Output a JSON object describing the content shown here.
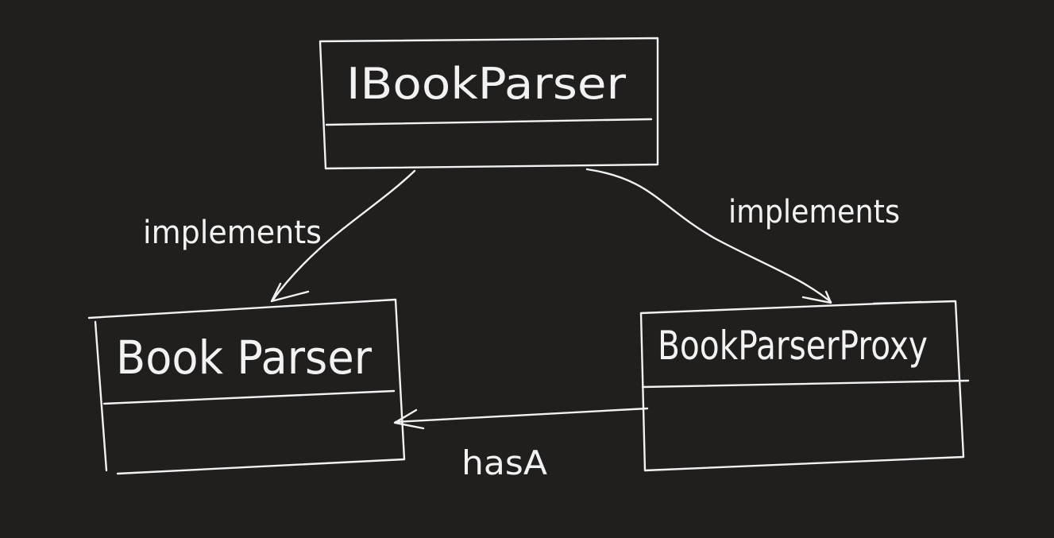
{
  "diagram": {
    "colors": {
      "background": "#211f1e",
      "ink": "#f2f2f2"
    },
    "classes": [
      {
        "id": "ibookparser",
        "name": "IBookParser"
      },
      {
        "id": "bookparser",
        "name": "Book Parser"
      },
      {
        "id": "bookparserproxy",
        "name": "BookParserProxy"
      }
    ],
    "relations": [
      {
        "from": "ibookparser",
        "to": "bookparser",
        "label": "implements"
      },
      {
        "from": "ibookparser",
        "to": "bookparserproxy",
        "label": "implements"
      },
      {
        "from": "bookparserproxy",
        "to": "bookparser",
        "label": "hasA"
      }
    ]
  }
}
